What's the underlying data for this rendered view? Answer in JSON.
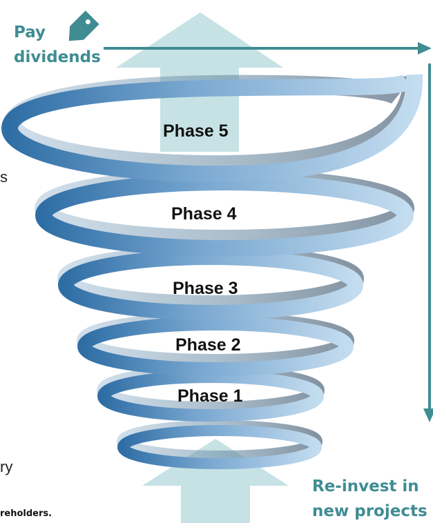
{
  "labels": {
    "pay_line1": "Pay",
    "pay_line2": "dividends",
    "reinvest_line1": "Re-invest in",
    "reinvest_line2": "new projects",
    "clipped_s": "s",
    "clipped_y": "ry",
    "footnote": "reholders."
  },
  "phases": [
    "Phase 5",
    "Phase 4",
    "Phase 3",
    "Phase 2",
    "Phase 1"
  ],
  "icons": {
    "pay": "price-tag-icon"
  },
  "colors": {
    "teal": "#3f8c93",
    "arrow_light": "#c6e2e4",
    "ribbon_dark": "#2f6ea5",
    "ribbon_light": "#c3dcef"
  }
}
